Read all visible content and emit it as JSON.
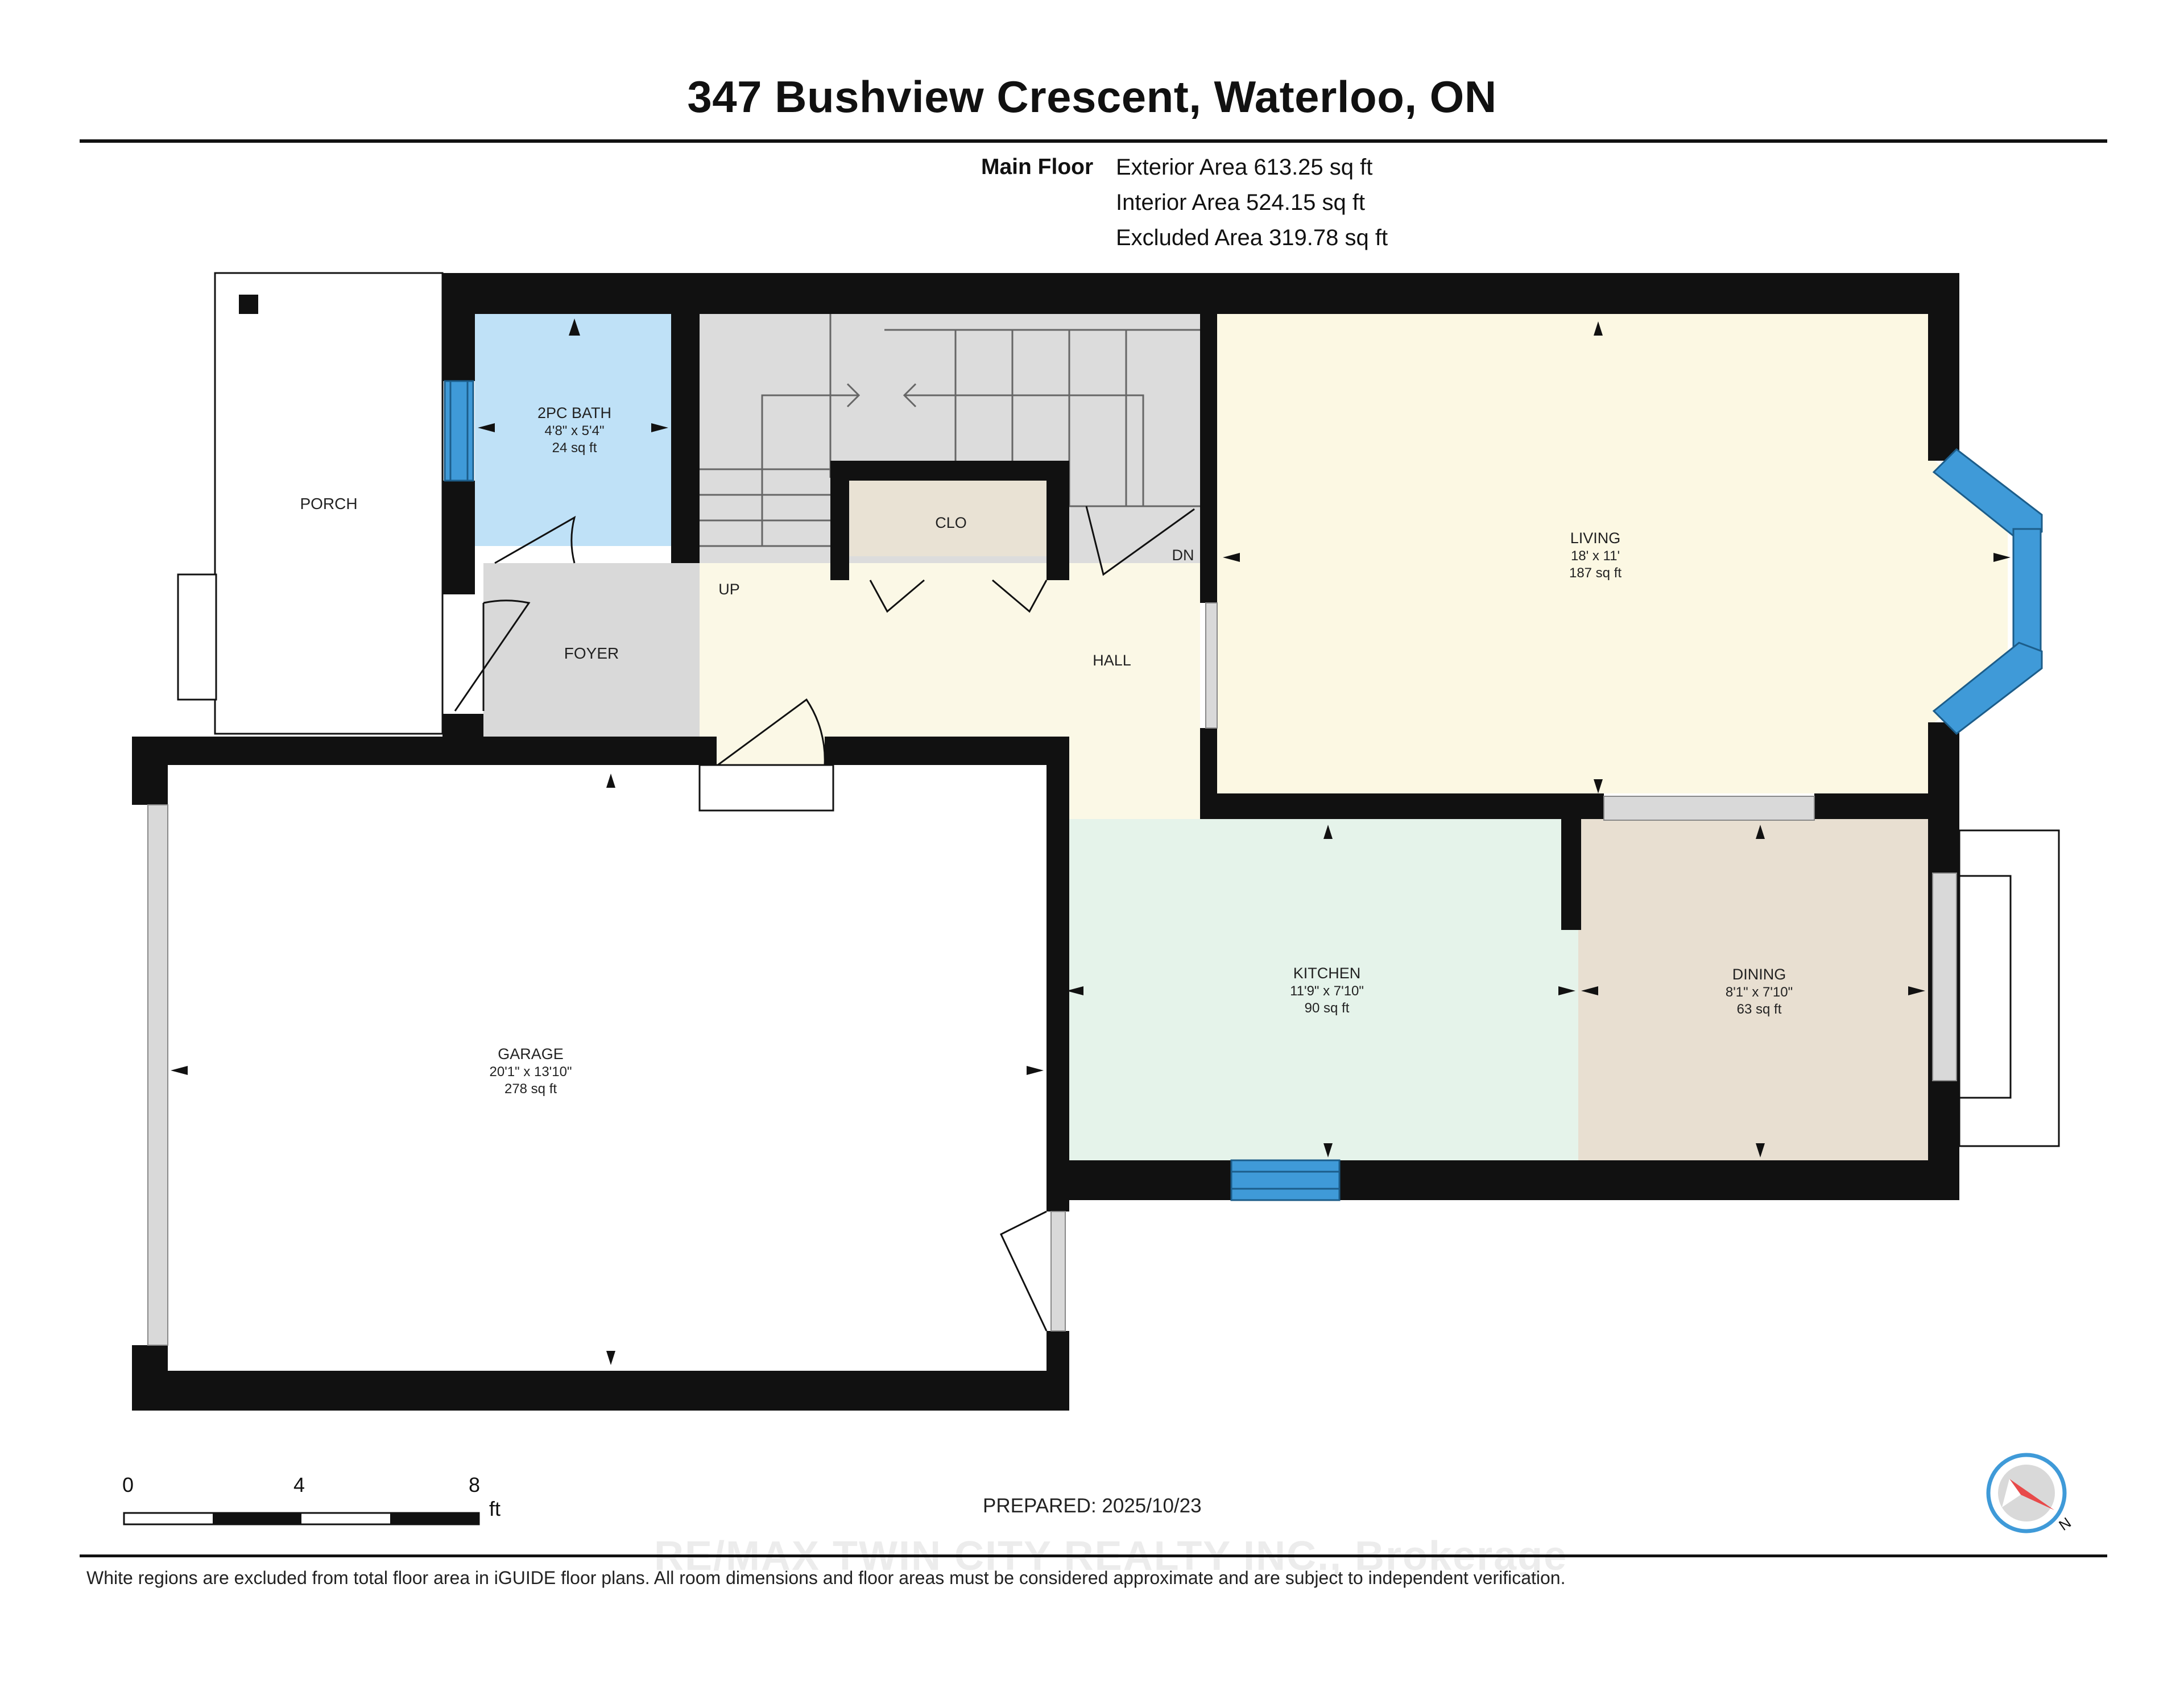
{
  "title": "347 Bushview Crescent, Waterloo, ON",
  "floor": {
    "name": "Main Floor",
    "exterior_area": "Exterior Area 613.25 sq ft",
    "interior_area": "Interior Area 524.15 sq ft",
    "excluded_area": "Excluded Area 319.78 sq ft"
  },
  "rooms": {
    "bath": {
      "name": "2PC BATH",
      "dims": "4'8\" x 5'4\"",
      "area": "24 sq ft",
      "color": "#bfe1f7"
    },
    "porch": {
      "name": "PORCH"
    },
    "foyer": {
      "name": "FOYER",
      "color": "#d9d9d9"
    },
    "clo": {
      "name": "CLO",
      "color": "#e9e2d4"
    },
    "hall": {
      "name": "HALL",
      "color": "#fbf8e6"
    },
    "living": {
      "name": "LIVING",
      "dims": "18' x 11'",
      "area": "187 sq ft",
      "color": "#fcf8e3"
    },
    "kitchen": {
      "name": "KITCHEN",
      "dims": "11'9\" x 7'10\"",
      "area": "90 sq ft",
      "color": "#e5f3ea"
    },
    "dining": {
      "name": "DINING",
      "dims": "8'1\" x 7'10\"",
      "area": "63 sq ft",
      "color": "#e8dfd1"
    },
    "garage": {
      "name": "GARAGE",
      "dims": "20'1\" x 13'10\"",
      "area": "278 sq ft",
      "color": "#ffffff"
    }
  },
  "stairs": {
    "up": "UP",
    "down": "DN"
  },
  "scale": {
    "marks": [
      "0",
      "4",
      "8"
    ],
    "unit": "ft"
  },
  "prepared": "PREPARED: 2025/10/23",
  "compass_label": "N",
  "watermark": "RE/MAX TWIN CITY REALTY INC., Brokerage",
  "footer_note": "White regions are excluded from total floor area in iGUIDE floor plans. All room dimensions and floor areas must be considered approximate and are subject to independent verification.",
  "colors": {
    "wall": "#111111",
    "window": "#3f9ad8",
    "stairs": "#dcdcdc"
  }
}
